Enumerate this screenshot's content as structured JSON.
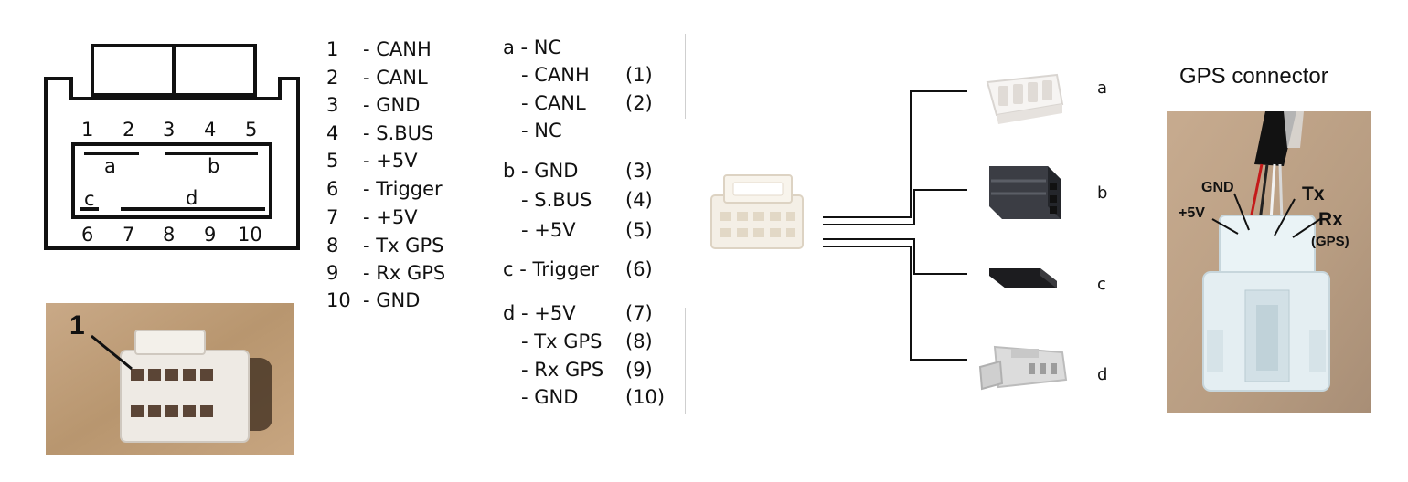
{
  "pinout_diagram": {
    "top_numbers": [
      "1",
      "2",
      "3",
      "4",
      "5"
    ],
    "bottom_numbers": [
      "6",
      "7",
      "8",
      "9",
      "10"
    ],
    "group_letters": [
      "a",
      "b",
      "c",
      "d"
    ]
  },
  "pin_list": [
    {
      "num": "1",
      "name": "- CANH"
    },
    {
      "num": "2",
      "name": "- CANL"
    },
    {
      "num": "3",
      "name": "- GND"
    },
    {
      "num": "4",
      "name": "- S.BUS"
    },
    {
      "num": "5",
      "name": "- +5V"
    },
    {
      "num": "6",
      "name": "- Trigger"
    },
    {
      "num": "7",
      "name": "- +5V"
    },
    {
      "num": "8",
      "name": "- Tx GPS"
    },
    {
      "num": "9",
      "name": "- Rx GPS"
    },
    {
      "num": "10",
      "name": "- GND"
    }
  ],
  "groups": [
    {
      "text": "a - NC",
      "pin": ""
    },
    {
      "text": "   - CANH",
      "pin": "(1)"
    },
    {
      "text": "   - CANL",
      "pin": "(2)"
    },
    {
      "text": "   - NC",
      "pin": ""
    },
    {
      "text": "b - GND",
      "pin": "(3)"
    },
    {
      "text": "   - S.BUS",
      "pin": "(4)"
    },
    {
      "text": "   - +5V",
      "pin": "(5)"
    },
    {
      "text": "c - Trigger",
      "pin": "(6)"
    },
    {
      "text": "d - +5V",
      "pin": "(7)"
    },
    {
      "text": "   - Tx GPS",
      "pin": "(8)"
    },
    {
      "text": "   - Rx GPS",
      "pin": "(9)"
    },
    {
      "text": "   - GND",
      "pin": "(10)"
    }
  ],
  "photo_pin_label": "1",
  "split_letters": [
    "a",
    "b",
    "c",
    "d"
  ],
  "gps": {
    "title": "GPS connector",
    "labels": {
      "gnd": "GND",
      "v5": "+5V",
      "tx": "Tx",
      "rx": "Rx",
      "rx_note": "(GPS)"
    }
  }
}
